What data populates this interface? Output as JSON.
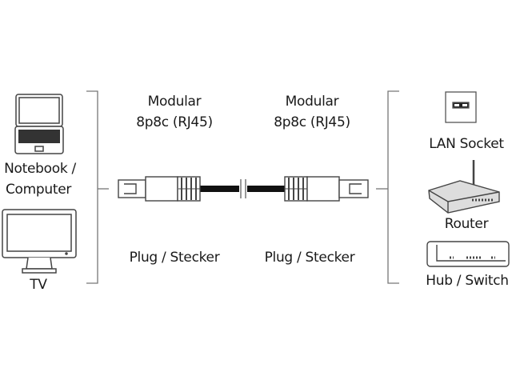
{
  "left_devices": {
    "notebook_label_line1": "Notebook /",
    "notebook_label_line2": "Computer",
    "tv_label": "TV"
  },
  "left_connector": {
    "type_line1": "Modular",
    "type_line2": "8p8c (RJ45)",
    "gender": "Plug / Stecker"
  },
  "right_connector": {
    "type_line1": "Modular",
    "type_line2": "8p8c (RJ45)",
    "gender": "Plug / Stecker"
  },
  "right_devices": {
    "lan_socket_label": "LAN Socket",
    "router_label": "Router",
    "hub_switch_label": "Hub / Switch"
  },
  "colors": {
    "line": "#555555",
    "cable": "#111111",
    "text": "#1a1a1a"
  }
}
